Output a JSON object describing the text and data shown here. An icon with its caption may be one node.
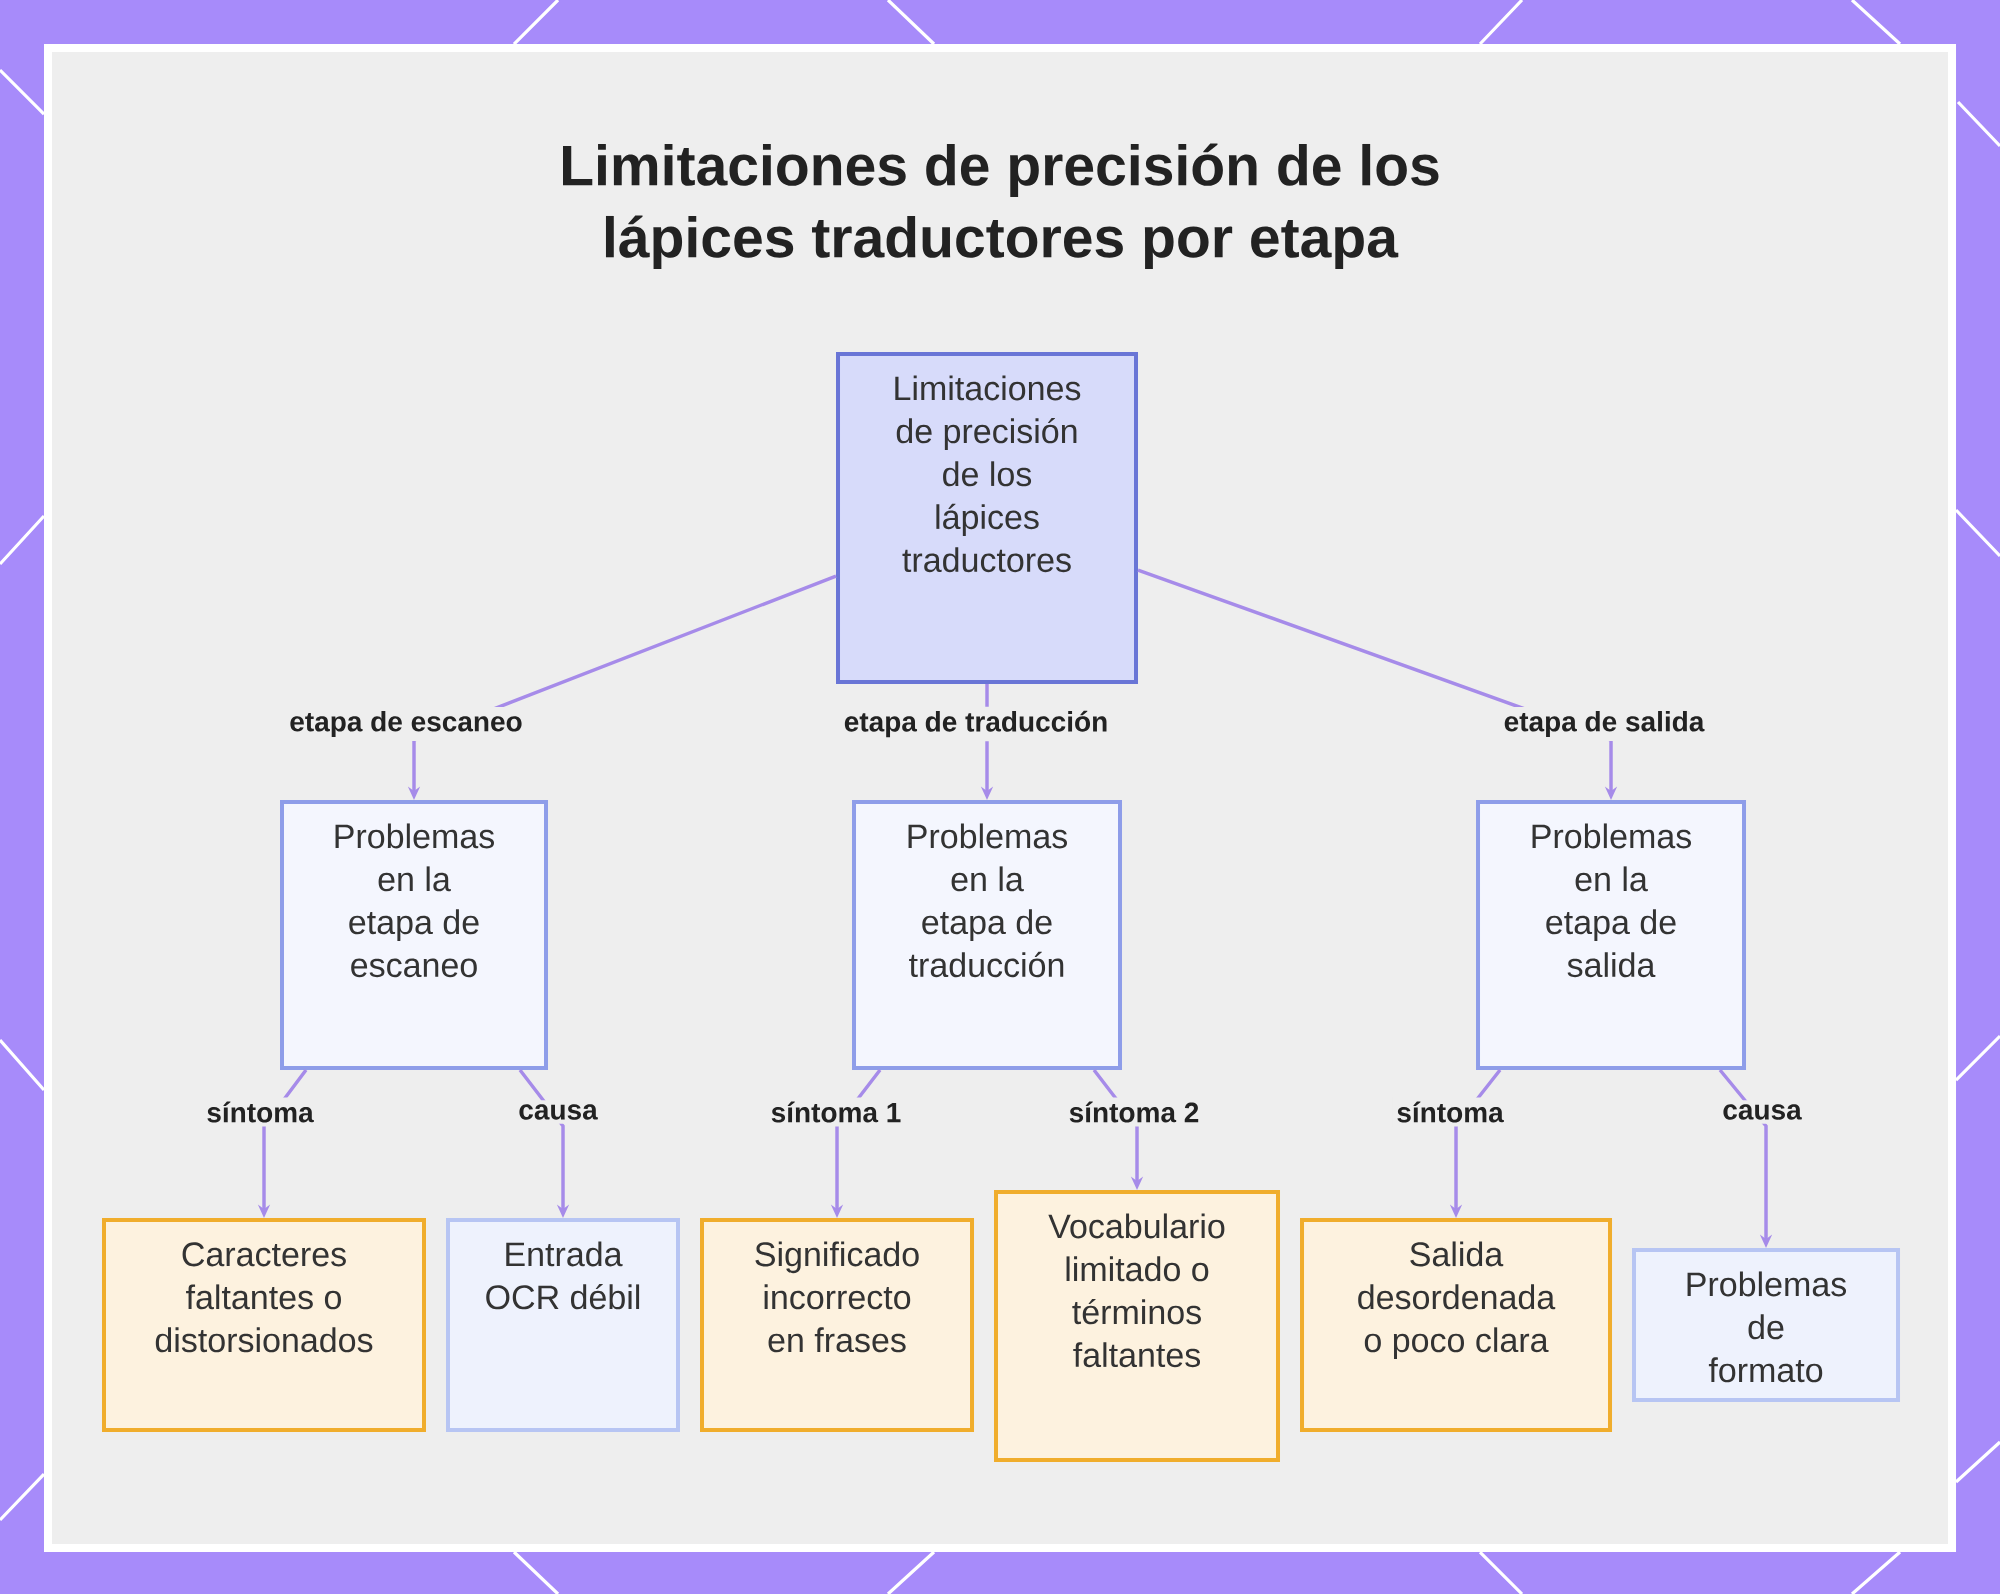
{
  "diagram": {
    "title": "Limitaciones de precisión de los lápices traductores por etapa",
    "nodes": [
      {
        "text": [
          "Limitaciones de precisión de los lápices traductores"
        ]
      },
      {
        "text": [
          "Problemas en la etapa de escaneo"
        ]
      },
      {
        "text": [
          "Problemas en la etapa de traducción"
        ]
      },
      {
        "text": [
          "Problemas en la etapa de salida"
        ]
      },
      {
        "text": [
          "Caracteres faltantes o distorsionados"
        ]
      },
      {
        "text": [
          "Entrada OCR débil"
        ]
      },
      {
        "text": [
          "Significado incorrecto en frases"
        ]
      },
      {
        "text": [
          "Vocabulario limitado o términos faltantes"
        ]
      },
      {
        "text": [
          "Salida desordenada o poco clara"
        ]
      },
      {
        "text": [
          "Problemas de formato"
        ]
      }
    ],
    "edges": [
      {
        "from": 0,
        "to": 1,
        "arrow": "to",
        "label": "etapa de escaneo"
      },
      {
        "from": 0,
        "to": 2,
        "arrow": "to",
        "label": "etapa de traducción"
      },
      {
        "from": 0,
        "to": 3,
        "arrow": "to",
        "label": "etapa de salida"
      },
      {
        "from": 1,
        "to": 4,
        "arrow": "to",
        "label": "síntoma"
      },
      {
        "from": 1,
        "to": 5,
        "arrow": "to",
        "label": "causa"
      },
      {
        "from": 2,
        "to": 6,
        "arrow": "to",
        "label": "síntoma 1"
      },
      {
        "from": 2,
        "to": 7,
        "arrow": "to",
        "label": "síntoma 2"
      },
      {
        "from": 3,
        "to": 8,
        "arrow": "to",
        "label": "síntoma"
      },
      {
        "from": 3,
        "to": 9,
        "arrow": "to",
        "label": "causa"
      }
    ]
  }
}
